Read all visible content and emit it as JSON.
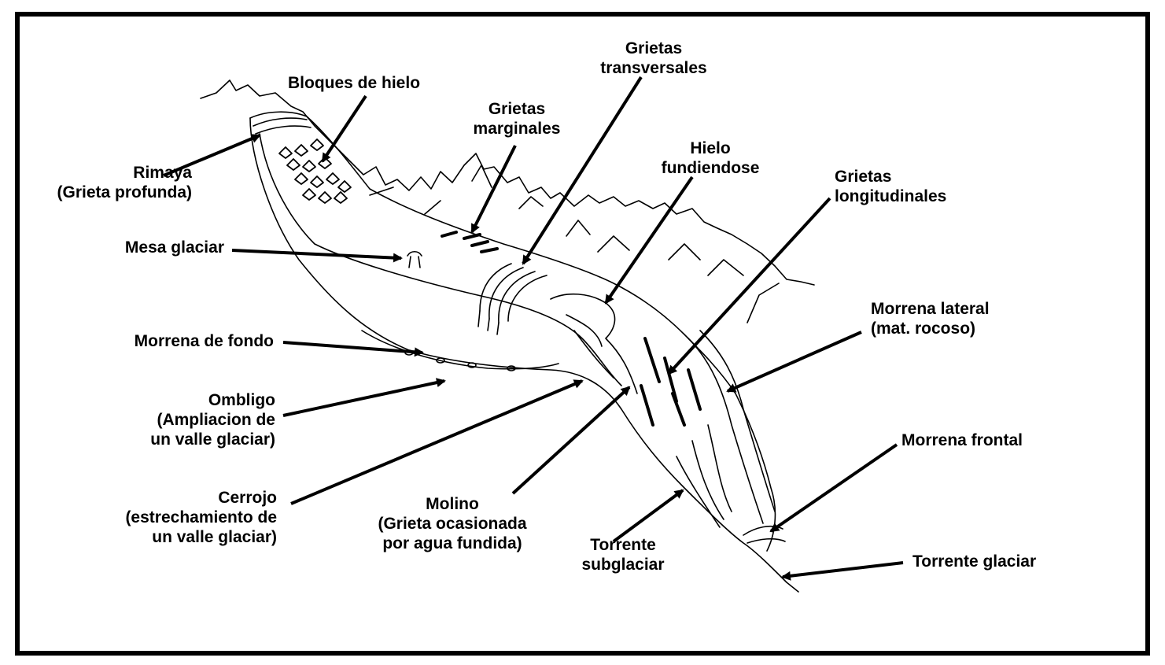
{
  "diagram": {
    "labels": {
      "rimaya": [
        "Rimaya",
        "(Grieta profunda)"
      ],
      "bloques": [
        "Bloques de hielo"
      ],
      "grietas_marginales": [
        "Grietas",
        "marginales"
      ],
      "grietas_transversales": [
        "Grietas",
        "transversales"
      ],
      "hielo_fundiendose": [
        "Hielo",
        "fundiendose"
      ],
      "grietas_longitudinales": [
        "Grietas",
        "longitudinales"
      ],
      "mesa_glaciar": [
        "Mesa glaciar"
      ],
      "morrena_lateral": [
        "Morrena lateral",
        "(mat. rocoso)"
      ],
      "morrena_fondo": [
        "Morrena de fondo"
      ],
      "ombligo": [
        "Ombligo",
        "(Ampliacion de",
        "un valle glaciar)"
      ],
      "morrena_frontal": [
        "Morrena frontal"
      ],
      "cerrojo": [
        "Cerrojo",
        "(estrechamiento de",
        "un valle glaciar)"
      ],
      "molino": [
        "Molino",
        "(Grieta ocasionada",
        "por agua fundida)"
      ],
      "torrente_subglaciar": [
        "Torrente",
        "subglaciar"
      ],
      "torrente_glaciar": [
        "Torrente glaciar"
      ]
    },
    "colors": {
      "ink": "#000000",
      "paper": "#ffffff"
    }
  }
}
